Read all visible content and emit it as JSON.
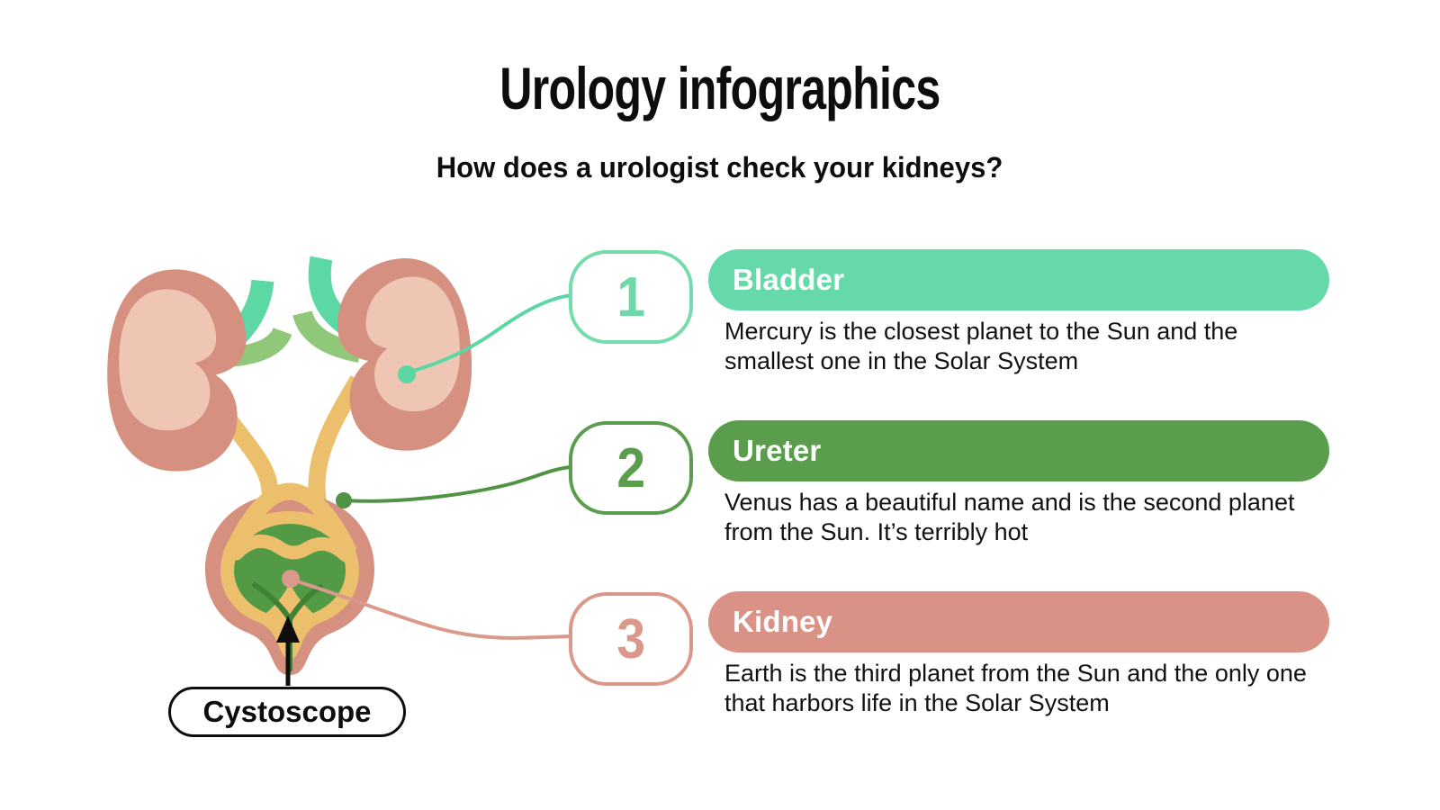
{
  "page": {
    "title": "Urology infographics",
    "subtitle": "How does a urologist check your kidneys?"
  },
  "items": [
    {
      "number": "1",
      "label": "Bladder",
      "description": "Mercury is the closest planet to the Sun and the\nsmallest one in the Solar System",
      "bar_color": "#66d9ab",
      "accent_color": "#6fd8a8"
    },
    {
      "number": "2",
      "label": "Ureter",
      "description": "Venus has a beautiful name and is the second planet\nfrom the Sun. It’s terribly hot",
      "bar_color": "#5a9d4c",
      "accent_color": "#5a9d4c"
    },
    {
      "number": "3",
      "label": "Kidney",
      "description": "Earth is the third planet from the Sun and the only one\nthat harbors life in the Solar System",
      "bar_color": "#d99285",
      "accent_color": "#d9988a"
    }
  ],
  "diagram": {
    "label": "Cystoscope",
    "colors": {
      "kidney": "#d5907f",
      "kidney_inner": "#efc5b3",
      "ureter": "#ebbf6b",
      "vessel_teal": "#5bd8a4",
      "vessel_green": "#90c87a",
      "bladder_green": "#539a47",
      "cystoscope_instrument": "#418136",
      "connector_teal": "#5cd7a4",
      "connector_green": "#4f9343",
      "connector_salmon": "#d9998b"
    }
  }
}
